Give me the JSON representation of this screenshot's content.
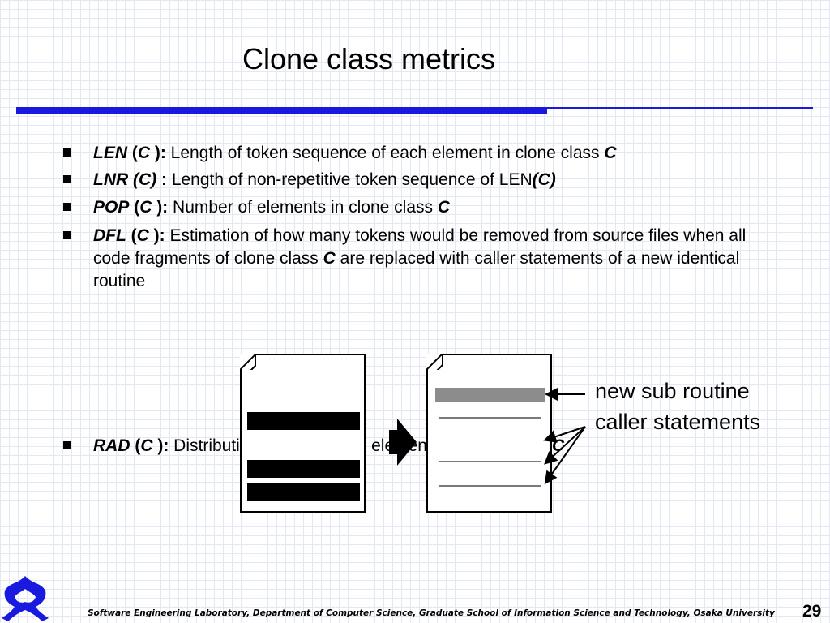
{
  "slide": {
    "title": "Clone class metrics",
    "bullets": [
      {
        "abbr": "LEN",
        "open": " (",
        "var": "C",
        "close": " ):",
        "text": " Length of token sequence of each element in clone class ",
        "tail": "C"
      },
      {
        "abbr": "LNR (C)",
        "open": "",
        "var": "",
        "close": " :",
        "text": " Length of non-repetitive token sequence of LEN",
        "tail": "(C)"
      },
      {
        "abbr": "POP",
        "open": " (",
        "var": "C",
        "close": " ):",
        "text": " Number of elements in clone class ",
        "tail": "C"
      },
      {
        "abbr": "DFL",
        "open": " (",
        "var": "C",
        "close": " ):",
        "text_a": "  Estimation of how many tokens would be removed from source files when all code fragments of clone class ",
        "var2": "C",
        "text_b": " are replaced with caller statements of a new identical routine"
      },
      {
        "abbr": "RAD",
        "open": " (",
        "var": "C",
        "close": " ):",
        "text": " Distribution of clone class elements in clone class ",
        "tail": "C"
      }
    ]
  },
  "diagram": {
    "callout_new": "new sub routine",
    "callout_caller": "caller statements"
  },
  "footer": {
    "text": "Software Engineering Laboratory, Department of Computer Science, Graduate School of Information Science and Technology, Osaka University",
    "page": "29"
  },
  "colors": {
    "accent": "#1a1adf",
    "grid": "#e4e8f4",
    "gray_bar": "#8c8c8c"
  },
  "icons": [
    "bullet-square-icon",
    "right-arrow-icon",
    "osaka-university-logo-icon"
  ]
}
